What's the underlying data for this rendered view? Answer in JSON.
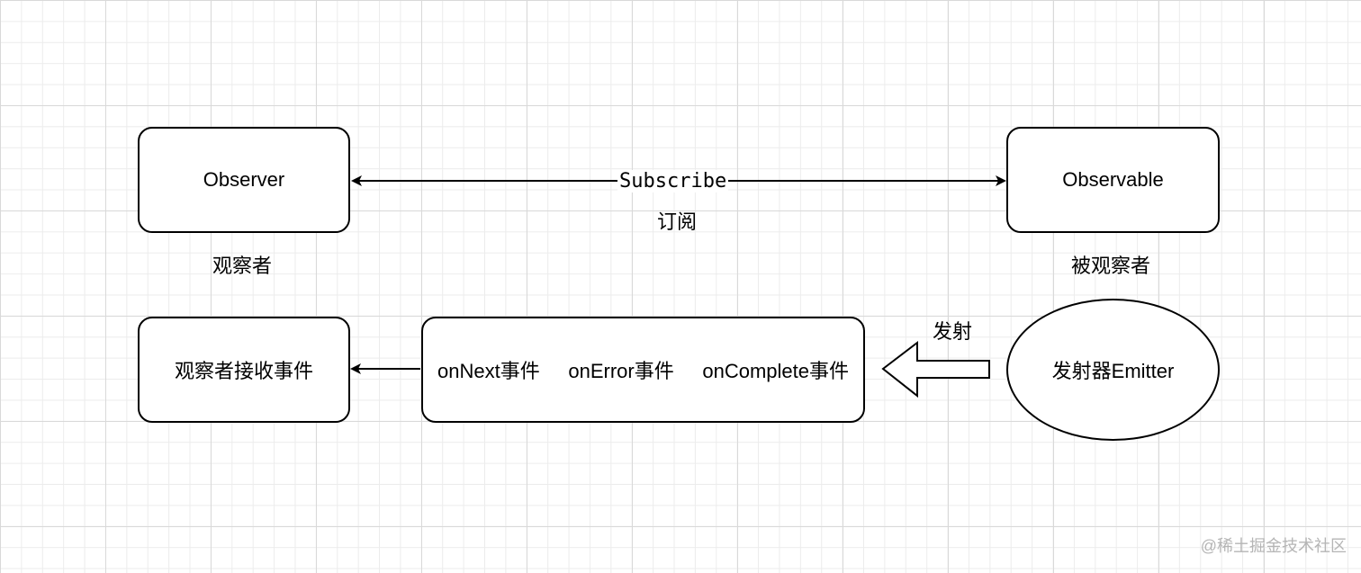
{
  "nodes": {
    "observer": {
      "label": "Observer",
      "caption": "观察者"
    },
    "observable": {
      "label": "Observable",
      "caption": "被观察者"
    },
    "observer_receive": {
      "label": "观察者接收事件"
    },
    "events": {
      "on_next": "onNext事件",
      "on_error": "onError事件",
      "on_complete": "onComplete事件"
    },
    "emitter": {
      "label": "发射器Emitter"
    }
  },
  "edges": {
    "subscribe": {
      "label": "Subscribe",
      "sublabel": "订阅"
    },
    "emit": {
      "label": "发射"
    }
  },
  "watermark": "@稀土掘金技术社区"
}
